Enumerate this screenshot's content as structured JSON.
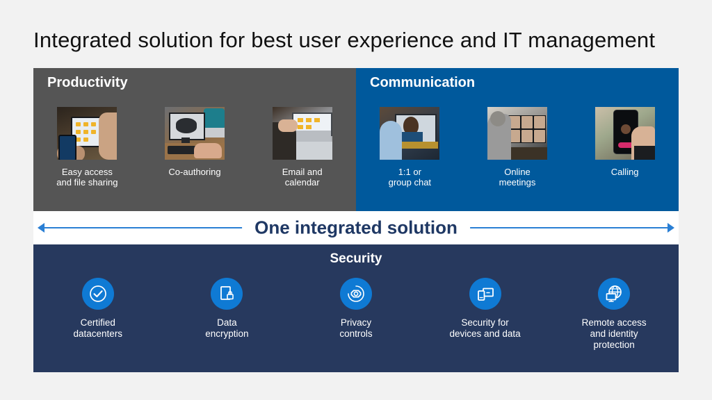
{
  "slide": {
    "title": "Integrated solution for best user experience and IT management",
    "background_color": "#f2f2f2"
  },
  "productivity": {
    "heading": "Productivity",
    "panel_color": "#555555",
    "items": [
      {
        "label": "Easy access\nand file sharing",
        "image_name": "tablet-and-phone-photo"
      },
      {
        "label": "Co-authoring",
        "image_name": "desk-monitor-keyboard-photo"
      },
      {
        "label": "Email and\ncalendar",
        "image_name": "laptop-email-photo"
      }
    ]
  },
  "communication": {
    "heading": "Communication",
    "panel_color": "#00599c",
    "items": [
      {
        "label": "1:1 or\ngroup chat",
        "image_name": "video-call-laptop-photo"
      },
      {
        "label": "Online\nmeetings",
        "image_name": "online-meeting-grid-photo"
      },
      {
        "label": "Calling",
        "image_name": "phone-call-photo"
      }
    ]
  },
  "integration_band": {
    "text": "One integrated solution",
    "text_color": "#1f3864",
    "arrow_color": "#2a7fd4",
    "background_color": "#ffffff"
  },
  "security": {
    "heading": "Security",
    "panel_color": "#27395e",
    "icon_color": "#0f7ad4",
    "items": [
      {
        "label": "Certified\ndatacenters",
        "icon": "check-circle-icon"
      },
      {
        "label": "Data\nencryption",
        "icon": "document-lock-icon"
      },
      {
        "label": "Privacy\ncontrols",
        "icon": "privacy-gear-icon"
      },
      {
        "label": "Security for\ndevices and data",
        "icon": "devices-icon"
      },
      {
        "label": "Remote access\nand identity\nprotection",
        "icon": "globe-monitor-icon"
      }
    ]
  }
}
